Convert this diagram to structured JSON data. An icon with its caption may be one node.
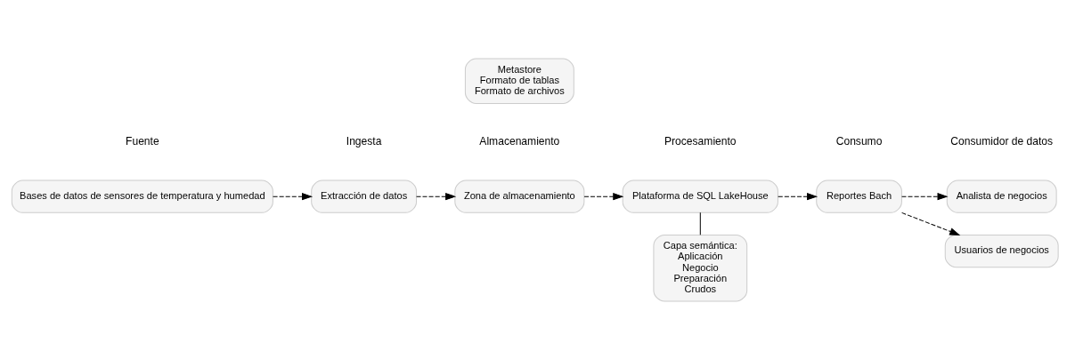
{
  "diagram": {
    "nodes": [
      {
        "text": [
          "Bases de datos de sensores de temperatura y humedad"
        ]
      },
      {
        "text": [
          "Extracción de datos"
        ]
      },
      {
        "text": [
          "Zona de almacenamiento"
        ]
      },
      {
        "text": [
          "Plataforma de SQL LakeHouse"
        ]
      },
      {
        "text": [
          "Capa semántica:",
          "Aplicación",
          "Negocio",
          "Preparación",
          "Crudos"
        ]
      },
      {
        "text": [
          "Reportes Bach"
        ]
      },
      {
        "text": [
          "Analista de negocios"
        ]
      },
      {
        "text": [
          "Usuarios de negocios"
        ]
      },
      {
        "text": [
          "Metastore",
          "Formato de tablas",
          "Formato de archivos"
        ]
      }
    ],
    "edges": [
      {
        "from": 0,
        "to": 1,
        "arrow": "to",
        "style": "dashed"
      },
      {
        "from": 1,
        "to": 2,
        "arrow": "to",
        "style": "dashed"
      },
      {
        "from": 2,
        "to": 3,
        "arrow": "to",
        "style": "dashed"
      },
      {
        "from": 3,
        "to": 4,
        "arrow": "none"
      },
      {
        "from": 3,
        "to": 5,
        "arrow": "to",
        "style": "dashed"
      },
      {
        "from": 5,
        "to": 6,
        "arrow": "to",
        "style": "dashed"
      },
      {
        "from": 5,
        "to": 7,
        "arrow": "to",
        "style": "dashed"
      }
    ],
    "labels": [
      "Fuente",
      "Ingesta",
      "Almacenamiento",
      "Procesamiento",
      "Consumo",
      "Consumidor de datos"
    ]
  }
}
